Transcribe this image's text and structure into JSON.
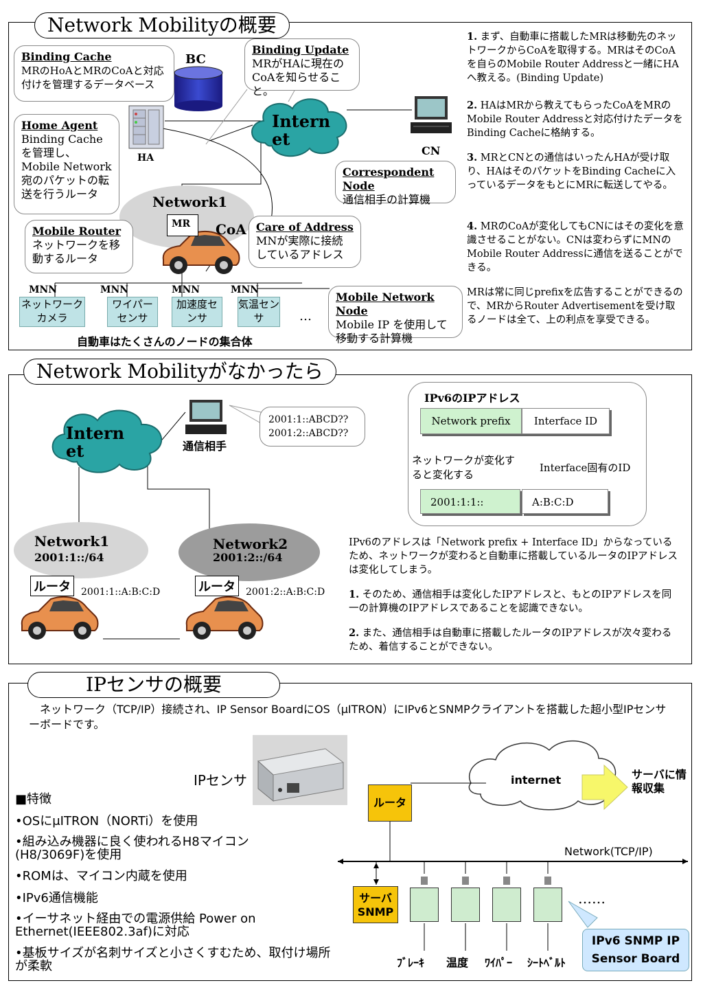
{
  "panel1": {
    "title": "Network Mobilityの概要",
    "binding_cache": {
      "heading": "Binding Cache",
      "text": "MRのHoAとMRのCoAと対応付けを管理するデータベース"
    },
    "bc_label": "BC",
    "binding_update": {
      "heading": "Binding Update",
      "text": "MRがHAに現在のCoAを知らせること。"
    },
    "home_agent": {
      "heading": "Home Agent",
      "text": " Binding Cacheを管理し、Mobile Network宛のパケットの転送を行うルータ"
    },
    "ha_label": "HA",
    "internet_label": "Internet",
    "cn_label": "CN",
    "correspondent_node": {
      "heading": "Correspondent Node",
      "text": "通信相手の計算機"
    },
    "network1_label": "Network1",
    "mr_label": "MR",
    "coa_label": "CoA",
    "mobile_router": {
      "heading": "Mobile Router",
      "text": "ネットワークを移動するルータ"
    },
    "care_of_address": {
      "heading": "Care of Address",
      "text": "MNが実際に接続しているアドレス"
    },
    "mnn_labels": [
      "MNN",
      "MNN",
      "MNN",
      "MNN"
    ],
    "nodes": [
      "ネットワークカメラ",
      "ワイパーセンサ",
      "加速度センサ",
      "気温センサ"
    ],
    "ellipsis": "…",
    "mobile_network_node": {
      "heading": "Mobile Network Node",
      "text": "Mobile IP を使用して移動する計算機"
    },
    "caption": "自動車はたくさんのノードの集合体",
    "steps": [
      {
        "num": "1.",
        "text": " まず、自動車に搭載したMRは移動先のネットワークからCoAを取得する。MRはそのCoAを自らのMobile Router Addressと一緒にHAへ教える。(Binding Update)"
      },
      {
        "num": "2.",
        "text": " HAはMRから教えてもらったCoAをMRのMobile Router Addressと対応付けたデータをBinding Cacheに格納する。"
      },
      {
        "num": "3.",
        "text": " MRとCNとの通信はいったんHAが受け取り、HAはそのパケットをBinding Cacheに入っているデータをもとにMRに転送してやる。"
      },
      {
        "num": "4.",
        "text": " MRのCoAが変化してもCNにはその変化を意識させることがない。CNは変わらずにMNのMobile Router Addressに通信を送ることができる。"
      }
    ],
    "note": "MRは常に同じprefixを広告することができるので、MRからRouter Advertisementを受け取るノードは全て、上の利点を享受できる。"
  },
  "panel2": {
    "title": "Network Mobilityがなかったら",
    "internet_label": "Internet",
    "peer_label": "通信相手",
    "peer_bubble": [
      "2001:1::ABCD??",
      "2001:2::ABCD??"
    ],
    "network1": {
      "name": "Network1",
      "prefix": "2001:1::/64",
      "router": "ルータ",
      "address": "2001:1::A:B:C:D"
    },
    "network2": {
      "name": "Network2",
      "prefix": "2001:2::/64",
      "router": "ルータ",
      "address": "2001:2::A:B:C:D"
    },
    "ipv6_box": {
      "title": "IPv6のIPアドレス",
      "prefix_label": "Network prefix",
      "iid_label": "Interface ID",
      "prefix_note": "ネットワークが変化すると変化する",
      "iid_note": "Interface固有のID",
      "example_prefix": "2001:1:1::",
      "example_iid": "A:B:C:D"
    },
    "explanation": "IPv6のアドレスは「Network prefix + Interface ID」からなっているため、ネットワークが変わると自動車に搭載しているルータのIPアドレスは変化してしまう。",
    "points": [
      {
        "num": "1.",
        "text": " そのため、通信相手は変化したIPアドレスと、もとのIPアドレスを同一の計算機のIPアドレスであることを認識できない。"
      },
      {
        "num": "2.",
        "text": " また、通信相手は自動車に搭載したルータのIPアドレスが次々変わるため、着信することができない。"
      }
    ]
  },
  "panel3": {
    "title": "IPセンサの概要",
    "intro": "　ネットワーク（TCP/IP）接続され、IP Sensor BoardにOS（μITRON）にIPv6とSNMPクライアントを搭載した超小型IPセンサーボードです。",
    "sensor_label": "IPセンサ",
    "features_heading": "■特徴",
    "features": [
      "•OSにμITRON（NORTi）を使用",
      "•組み込み機器に良く使われるH8マイコン(H8/3069F)を使用",
      "•ROMは、マイコン内蔵を使用",
      "•IPv6通信機能",
      "•イーサネット経由での電源供給 Power on Ethernet(IEEE802.3af)に対応",
      "•基板サイズが名刺サイズと小さくすむため、取付け場所が柔軟"
    ],
    "internet_label": "internet",
    "router_label": "ルータ",
    "server_collect": "サーバに情報収集",
    "network_label": "Network(TCP/IP)",
    "snmp_server": "サーバSNMP",
    "dots": "……",
    "board_label": "IPv6 SNMP IP Sensor Board",
    "sensor_names": [
      "ﾌﾞﾚｰｷ",
      "温度",
      "ﾜｲﾊﾟｰ",
      "ｼｰﾄﾍﾞﾙﾄ"
    ]
  }
}
